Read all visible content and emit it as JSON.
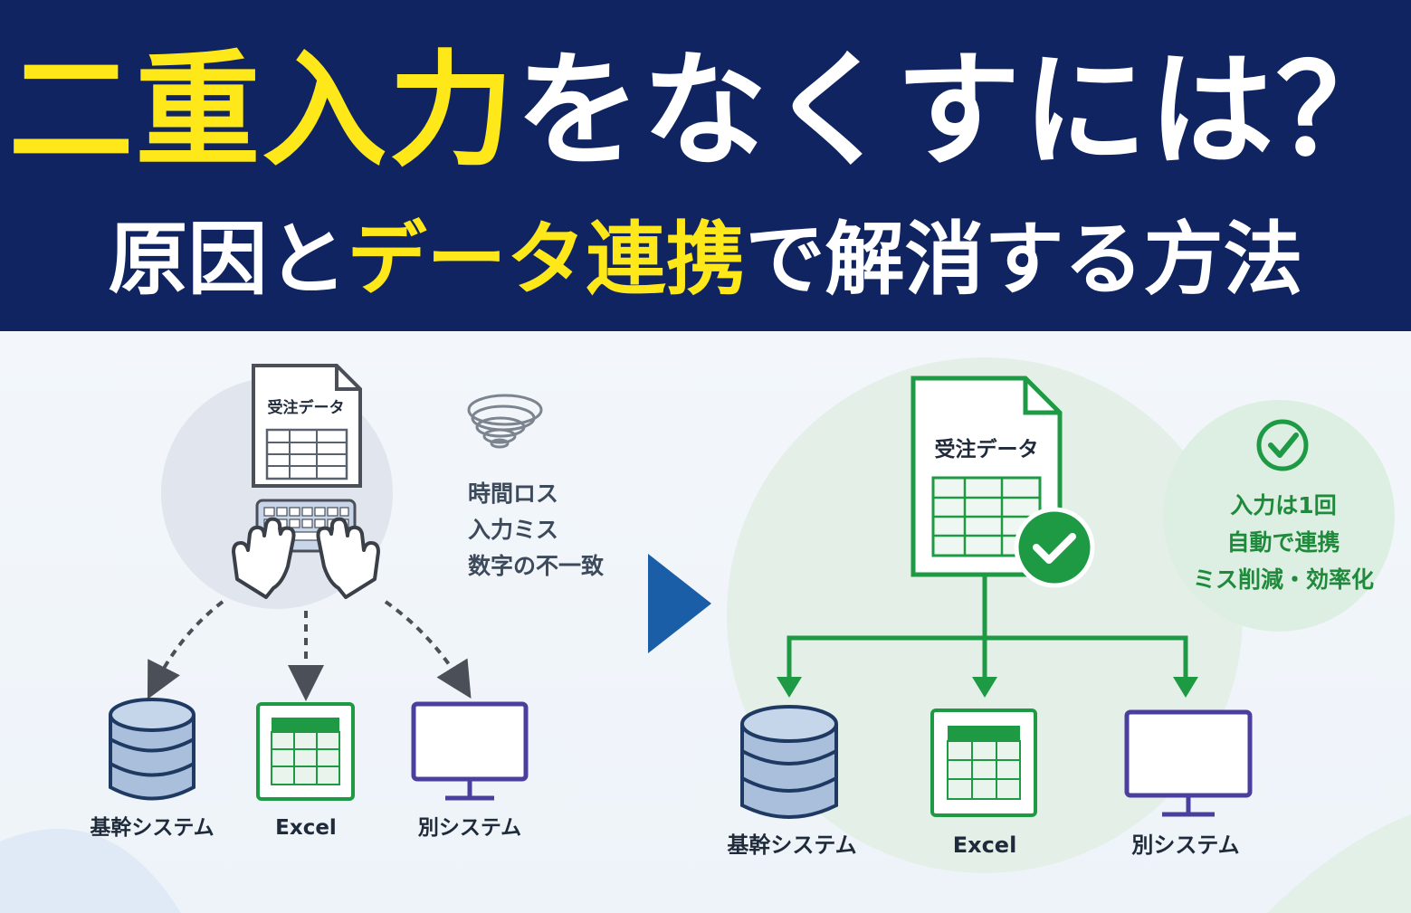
{
  "title": {
    "line1_highlight": "二重入力",
    "line1_rest": "をなくすには？",
    "line2_part1": "原因と",
    "line2_highlight": "データ連携",
    "line2_part3": "で解消する方法"
  },
  "before": {
    "document_label": "受注データ",
    "issues": [
      "時間ロス",
      "入力ミス",
      "数字の不一致"
    ],
    "systems": [
      "基幹システム",
      "Excel",
      "別システム"
    ]
  },
  "after": {
    "document_label": "受注データ",
    "benefits": [
      "入力は1回",
      "自動で連携",
      "ミス削減・効率化"
    ],
    "systems": [
      "基幹システム",
      "Excel",
      "別システム"
    ]
  },
  "colors": {
    "header_bg": "#0f2460",
    "highlight": "#ffe81a",
    "green": "#1f9a44",
    "arrow_blue": "#1a5ea8",
    "db_fill": "#a9bfdc",
    "monitor": "#4b3f9e"
  },
  "icons": [
    "document-icon",
    "keyboard-icon",
    "hands-icon",
    "tornado-icon",
    "database-icon",
    "excel-icon",
    "monitor-icon",
    "check-icon",
    "play-arrow-icon"
  ]
}
